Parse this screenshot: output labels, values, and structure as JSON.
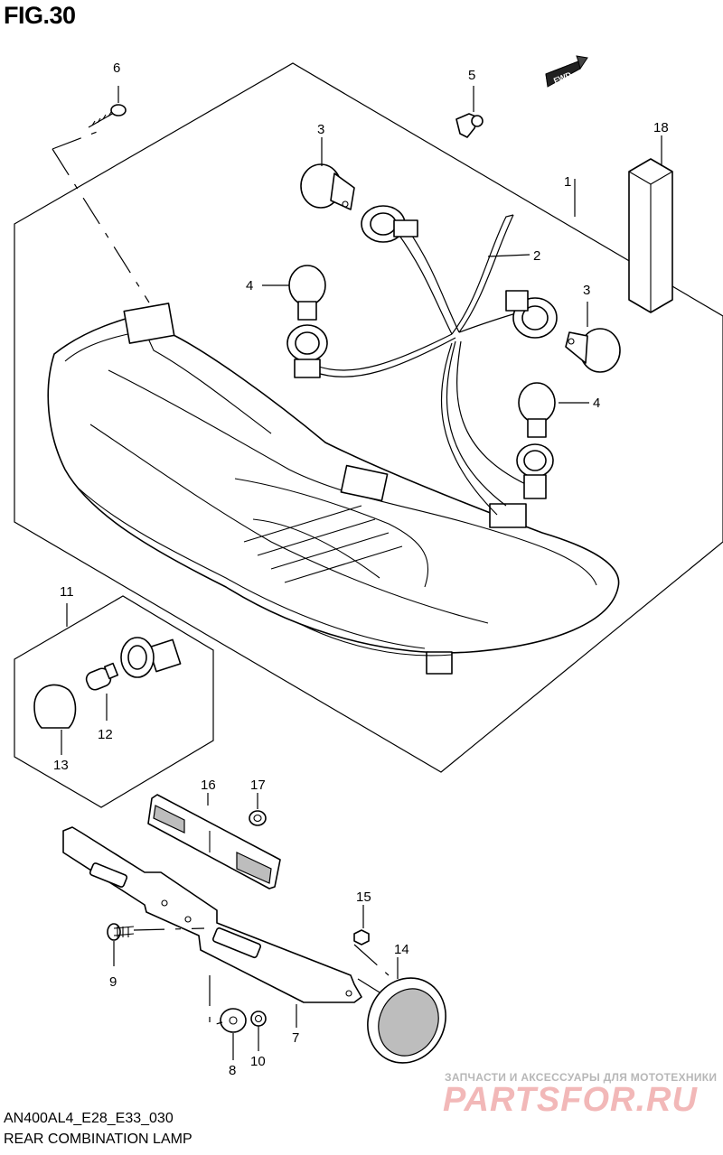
{
  "figure": {
    "title": "FIG.30",
    "code": "AN400AL4_E28_E33_030",
    "name": "REAR COMBINATION LAMP"
  },
  "fwd_label": "FWD",
  "callouts": [
    {
      "id": "callout-1",
      "text": "1"
    },
    {
      "id": "callout-2",
      "text": "2"
    },
    {
      "id": "callout-3a",
      "text": "3"
    },
    {
      "id": "callout-3b",
      "text": "3"
    },
    {
      "id": "callout-4a",
      "text": "4"
    },
    {
      "id": "callout-4b",
      "text": "4"
    },
    {
      "id": "callout-5",
      "text": "5"
    },
    {
      "id": "callout-6",
      "text": "6"
    },
    {
      "id": "callout-7",
      "text": "7"
    },
    {
      "id": "callout-8",
      "text": "8"
    },
    {
      "id": "callout-9",
      "text": "9"
    },
    {
      "id": "callout-10",
      "text": "10"
    },
    {
      "id": "callout-11",
      "text": "11"
    },
    {
      "id": "callout-12",
      "text": "12"
    },
    {
      "id": "callout-13",
      "text": "13"
    },
    {
      "id": "callout-14",
      "text": "14"
    },
    {
      "id": "callout-15",
      "text": "15"
    },
    {
      "id": "callout-16",
      "text": "16"
    },
    {
      "id": "callout-17",
      "text": "17"
    },
    {
      "id": "callout-18",
      "text": "18"
    }
  ],
  "watermark": {
    "tagline": "ЗАПЧАСТИ И АКСЕССУАРЫ ДЛЯ МОТОТЕХНИКИ",
    "brand": "PARTSFOR.RU",
    "color": "#f2b8b8"
  }
}
